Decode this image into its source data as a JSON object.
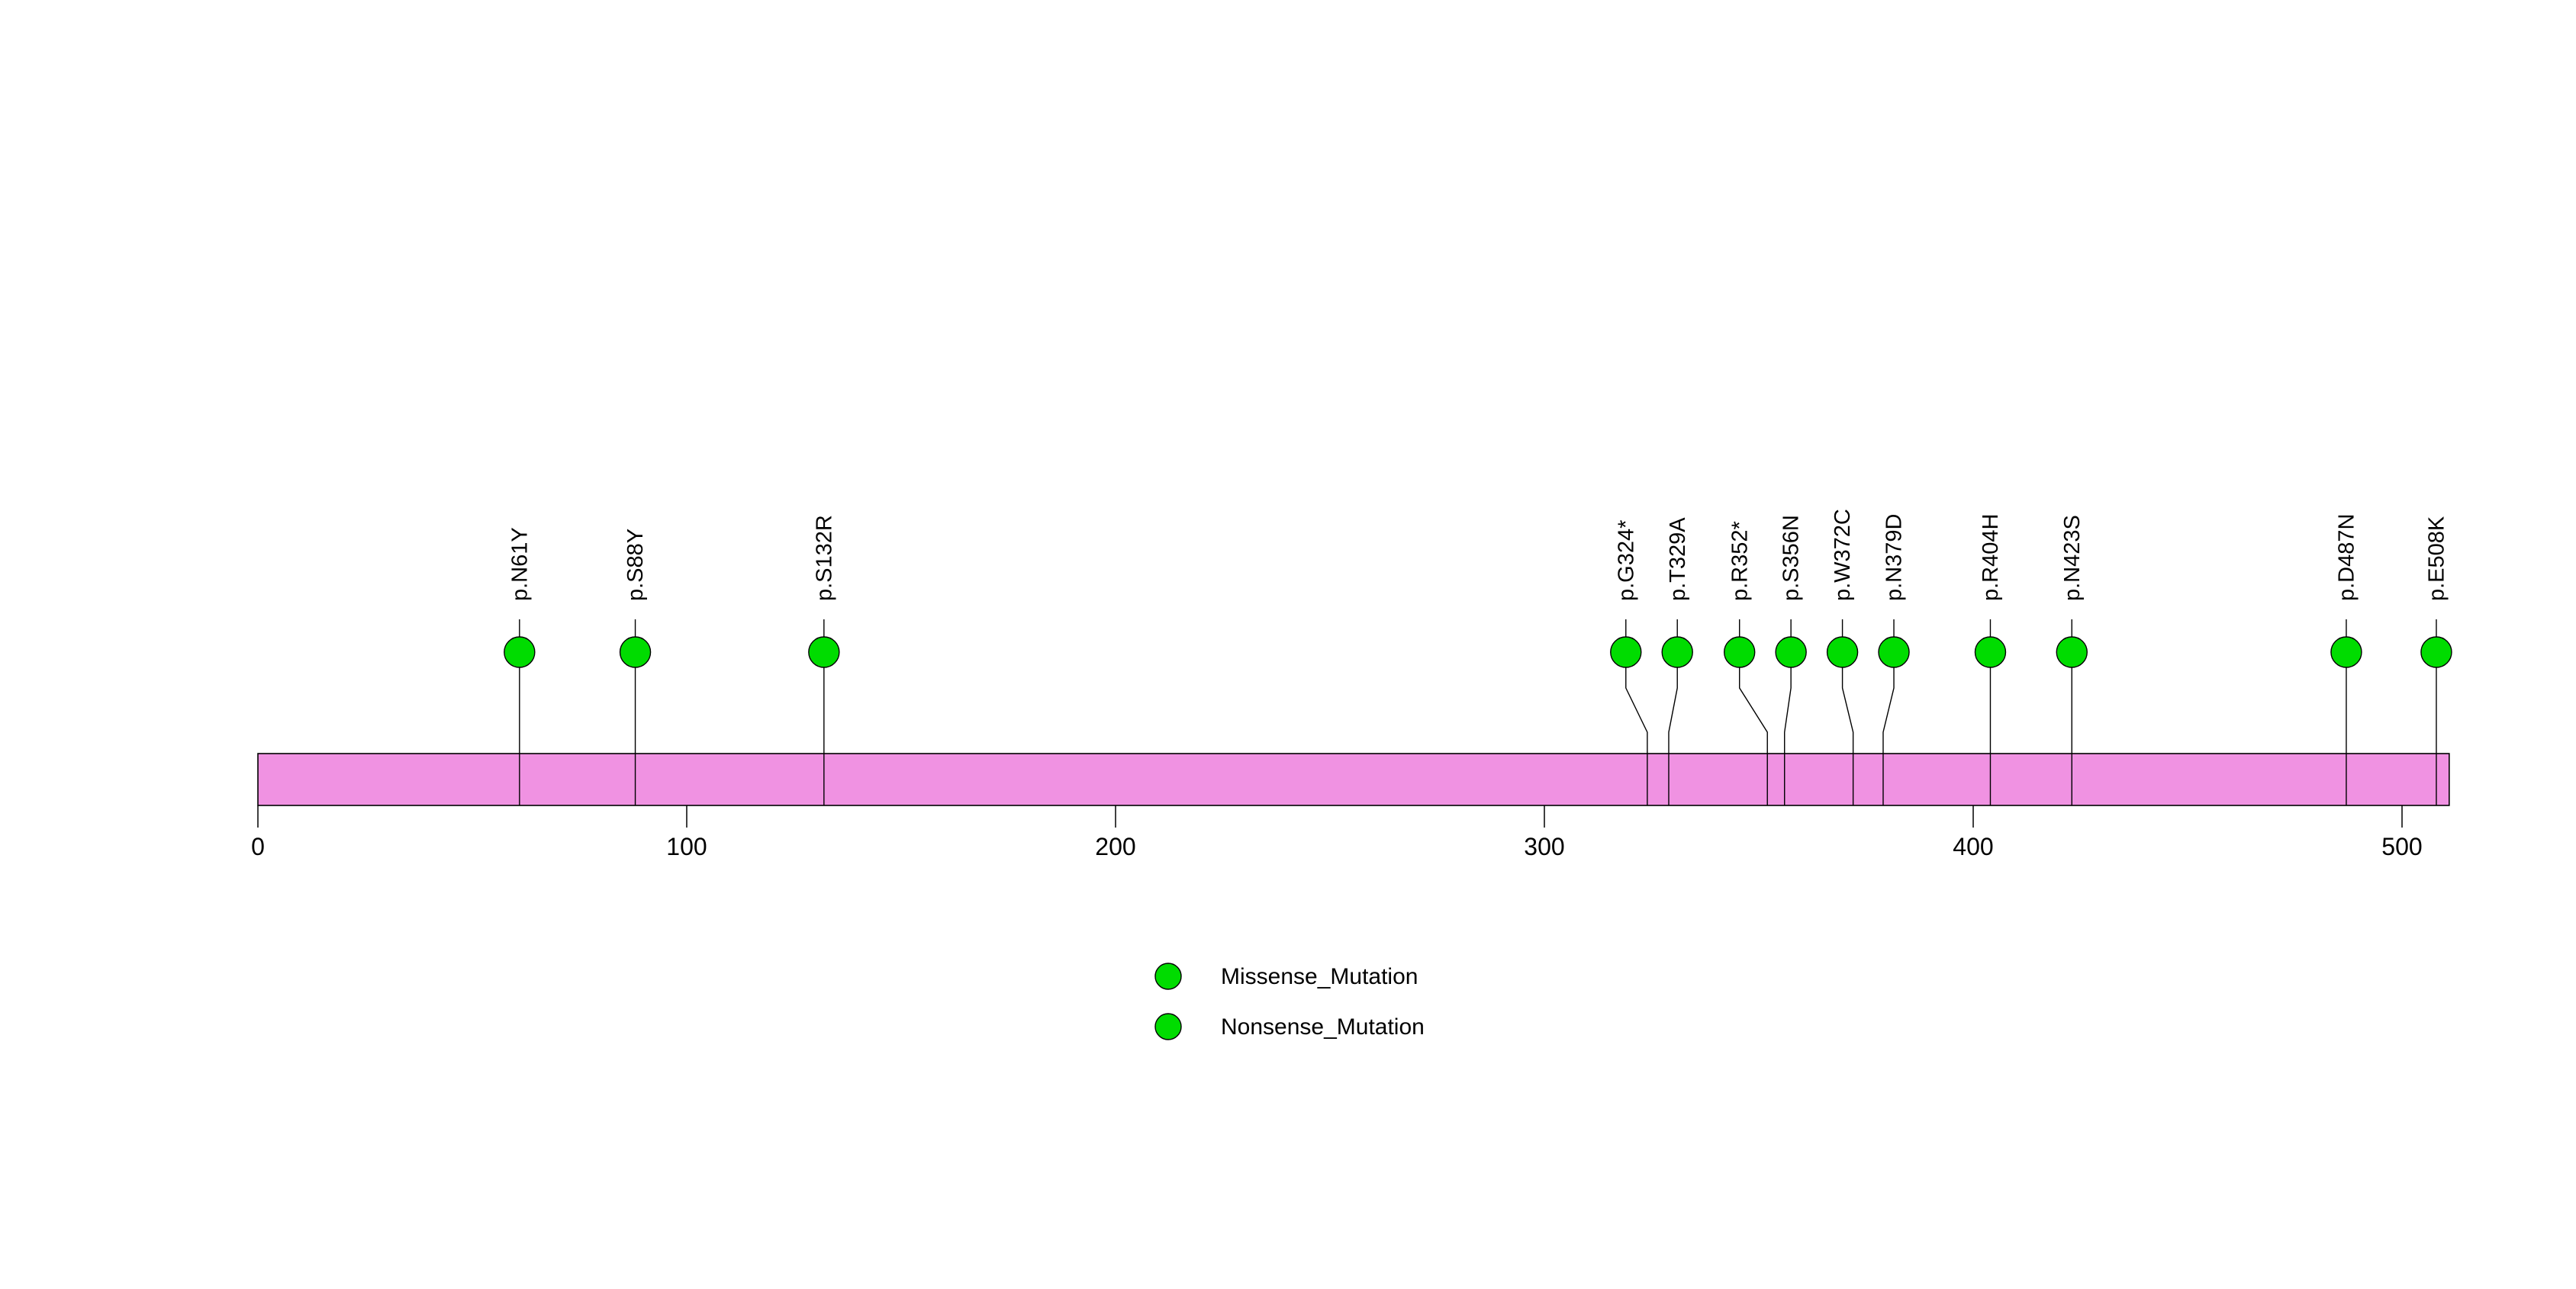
{
  "chart_data": {
    "type": "lollipop",
    "title": "",
    "protein": {
      "length_aa": 511,
      "bar_color": "#F092E2",
      "outline_color": "#000000",
      "axis_ticks": [
        0,
        100,
        200,
        300,
        400,
        500
      ],
      "xlim": [
        0,
        511
      ]
    },
    "point_color": "#00DC00",
    "mutations": [
      {
        "label": "p.N61Y",
        "pos": 61,
        "disp": 61,
        "type": "Missense_Mutation"
      },
      {
        "label": "p.S88Y",
        "pos": 88,
        "disp": 88,
        "type": "Missense_Mutation"
      },
      {
        "label": "p.S132R",
        "pos": 132,
        "disp": 132,
        "type": "Missense_Mutation"
      },
      {
        "label": "p.G324*",
        "pos": 324,
        "disp": 319,
        "type": "Nonsense_Mutation"
      },
      {
        "label": "p.T329A",
        "pos": 329,
        "disp": 331,
        "type": "Missense_Mutation"
      },
      {
        "label": "p.R352*",
        "pos": 352,
        "disp": 345.5,
        "type": "Nonsense_Mutation"
      },
      {
        "label": "p.S356N",
        "pos": 356,
        "disp": 357.5,
        "type": "Missense_Mutation"
      },
      {
        "label": "p.W372C",
        "pos": 372,
        "disp": 369.5,
        "type": "Missense_Mutation"
      },
      {
        "label": "p.N379D",
        "pos": 379,
        "disp": 381.5,
        "type": "Missense_Mutation"
      },
      {
        "label": "p.R404H",
        "pos": 404,
        "disp": 404,
        "type": "Missense_Mutation"
      },
      {
        "label": "p.N423S",
        "pos": 423,
        "disp": 423,
        "type": "Missense_Mutation"
      },
      {
        "label": "p.D487N",
        "pos": 487,
        "disp": 487,
        "type": "Missense_Mutation"
      },
      {
        "label": "p.E508K",
        "pos": 508,
        "disp": 508,
        "type": "Missense_Mutation"
      }
    ],
    "legend": [
      {
        "label": "Missense_Mutation",
        "color": "#00DC00"
      },
      {
        "label": "Nonsense_Mutation",
        "color": "#00DC00"
      }
    ],
    "layout_hints": {
      "grid": "off",
      "legend_position": "bottom-center",
      "label_rotation": "vertical"
    }
  }
}
